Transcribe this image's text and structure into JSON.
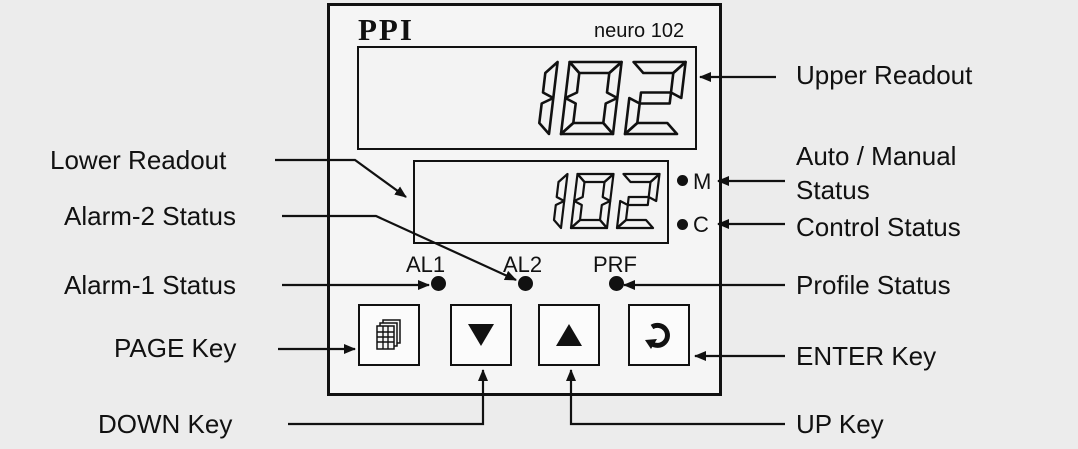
{
  "device": {
    "brand": "PPI",
    "model": "neuro 102",
    "upper_readout": "102",
    "lower_readout": "102"
  },
  "indicators": {
    "m": "M",
    "c": "C",
    "al1": "AL1",
    "al2": "AL2",
    "prf": "PRF"
  },
  "callouts": {
    "upper_readout": "Upper Readout",
    "lower_readout": "Lower Readout",
    "auto_manual_line1": "Auto / Manual",
    "auto_manual_line2": "Status",
    "control_status": "Control Status",
    "alarm2_status": "Alarm-2 Status",
    "alarm1_status": "Alarm-1 Status",
    "profile_status": "Profile Status",
    "page_key": "PAGE Key",
    "enter_key": "ENTER Key",
    "down_key": "DOWN Key",
    "up_key": "UP Key"
  },
  "keys": [
    {
      "name": "page",
      "icon": "page-icon"
    },
    {
      "name": "down",
      "icon": "down-triangle-icon"
    },
    {
      "name": "up",
      "icon": "up-triangle-icon"
    },
    {
      "name": "enter",
      "icon": "enter-loop-icon"
    }
  ],
  "colors": {
    "line": "#111111",
    "background": "#ececec",
    "panel": "#f5f5f5"
  }
}
